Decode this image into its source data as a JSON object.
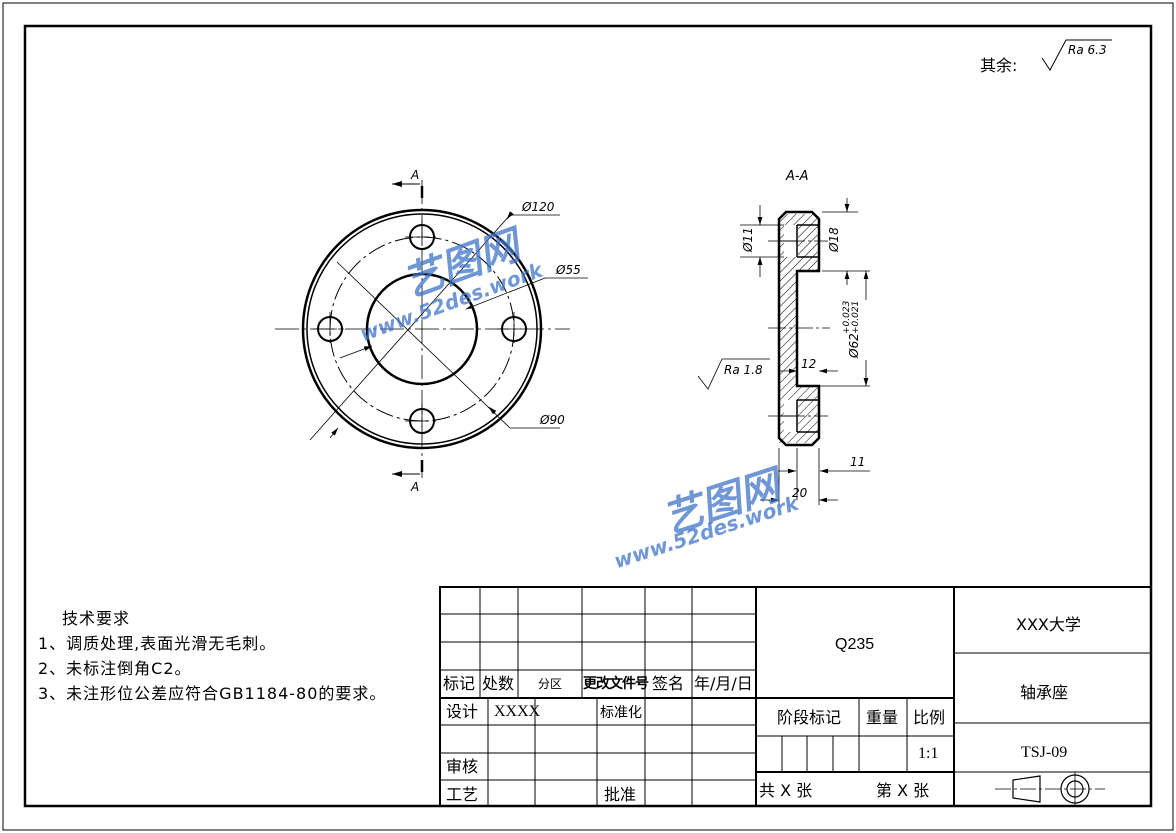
{
  "roughness": {
    "prefix": "其余:",
    "symbol_value": "Ra 6.3"
  },
  "drawing": {
    "section_mark": "A",
    "section_title": "A-A",
    "dims": {
      "d120": "Ø120",
      "d55": "Ø55",
      "d90": "Ø90",
      "d11": "Ø11",
      "d18": "Ø18",
      "d62": "Ø62",
      "tol_upper": "+0.023",
      "tol_lower": "+0.021",
      "w12": "12",
      "w11": "11",
      "w20": "20",
      "ra18": "Ra 1.8"
    }
  },
  "watermark": {
    "brand": "艺图网",
    "url": "www.52des.work"
  },
  "tech_requirements": {
    "title": "技术要求",
    "items": [
      "1、调质处理,表面光滑无毛刺。",
      "2、未标注倒角C2。",
      "3、未注形位公差应符合GB1184-80的要求。"
    ]
  },
  "title_block": {
    "h_mark": "标记",
    "h_count": "处数",
    "h_zone": "分区",
    "h_doc": "更改文件号",
    "h_sign": "签名",
    "h_date": "年/月/日",
    "design": "设计",
    "designer": "XXXX",
    "standard": "标准化",
    "review": "审核",
    "process": "工艺",
    "approve": "批准",
    "material": "Q235",
    "stage": "阶段标记",
    "weight": "重量",
    "scale_label": "比例",
    "scale": "1:1",
    "sheets_total": "共 X 张",
    "sheet_no": "第 X 张",
    "school": "XXX大学",
    "part_name": "轴承座",
    "drawing_no": "TSJ-09"
  }
}
